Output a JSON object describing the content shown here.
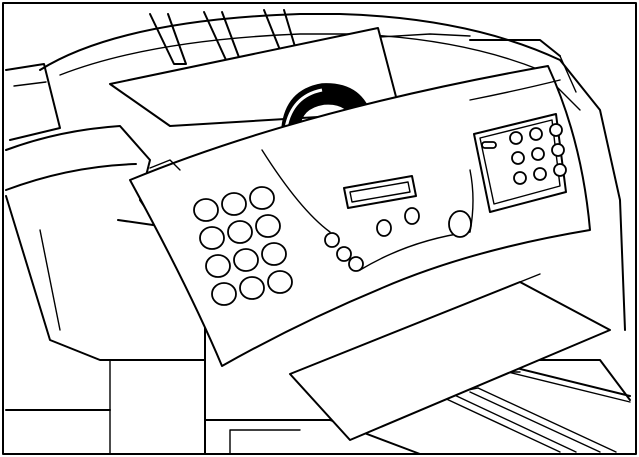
{
  "figure": {
    "subject": "fax-machine-operation-panel-being-lifted",
    "colors": {
      "line": "#000000",
      "background": "#ffffff"
    },
    "icons": [
      "curved-arrow-icon"
    ],
    "keypad": {
      "rows": 4,
      "cols": 3
    },
    "one_touch_pad": {
      "rows": 3,
      "cols": 3
    }
  }
}
